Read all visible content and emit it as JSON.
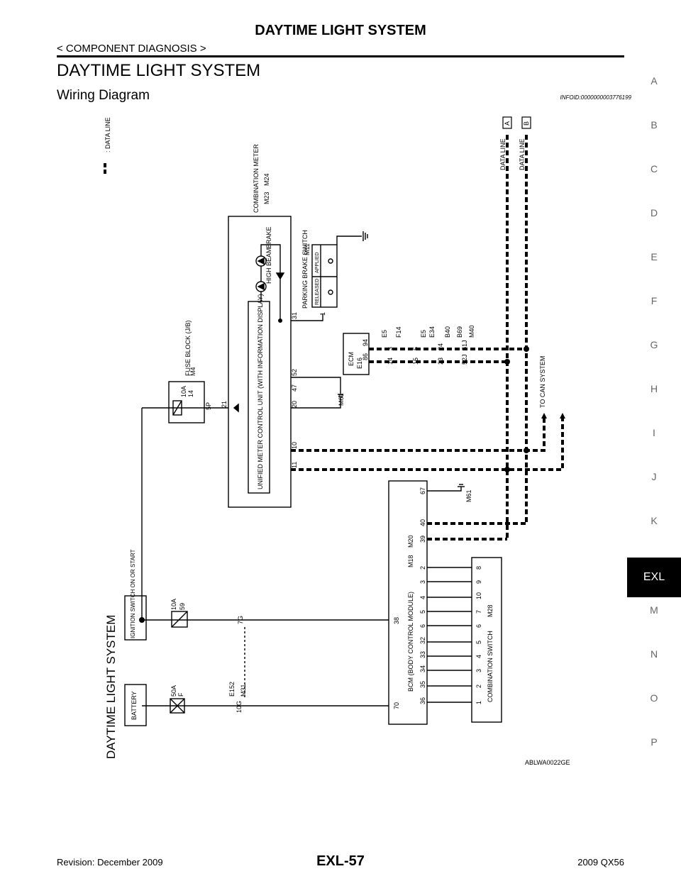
{
  "header": {
    "title": "DAYTIME LIGHT SYSTEM",
    "subtitle": "< COMPONENT DIAGNOSIS >"
  },
  "section": {
    "title": "DAYTIME LIGHT SYSTEM",
    "subtitle": "Wiring Diagram",
    "info_id": "INFOID:0000000003776199"
  },
  "side_tabs": [
    "A",
    "B",
    "C",
    "D",
    "E",
    "F",
    "G",
    "H",
    "I",
    "J",
    "K",
    "EXL",
    "M",
    "N",
    "O",
    "P"
  ],
  "active_tab": "EXL",
  "diagram": {
    "system_title": "DAYTIME LIGHT SYSTEM",
    "legend_data_line": ": DATA LINE",
    "combination_meter": "COMBINATION METER",
    "combination_meter_conn": [
      "M23",
      "M24"
    ],
    "unified_meter": "UNIFIED METER CONTROL UNIT (WITH INFORMATION DISPLAY)",
    "meter_pins": [
      "21",
      "31",
      "52",
      "47",
      "20",
      "10",
      "11"
    ],
    "high_beam": "HIGH BEAM",
    "brake": "BRAKE",
    "parking_brake_switch": "PARKING BRAKE SWITCH",
    "parking_brake_conn": "M11",
    "parking_brake_states": [
      "RELEASED",
      "APPLIED"
    ],
    "parking_brake_pin": "1",
    "fuse_block": "FUSE BLOCK (J/B)",
    "fuse_block_conn": "M4",
    "fuse_block_fuse": [
      "10A",
      "14"
    ],
    "fuse_block_pin": "5P",
    "ecm": "ECM",
    "ecm_conn": "E16",
    "ecm_pins": [
      "86",
      "94"
    ],
    "data_line_connectors": [
      [
        "E5",
        "14",
        "3"
      ],
      [
        "F14",
        "15",
        "5"
      ],
      [
        "E5",
        "23",
        "24"
      ],
      [
        "E34",
        "52J",
        "51J"
      ],
      [
        "B40",
        "",
        ""
      ],
      [
        "B69",
        "",
        ""
      ],
      [
        "M40",
        "",
        ""
      ]
    ],
    "ground_conn_1": "M61",
    "ground_conn_2": "M61",
    "to_can": "TO CAN SYSTEM",
    "data_line_a": "DATA LINE",
    "data_line_b": "DATA LINE",
    "marker_a": "A",
    "marker_b": "B",
    "bcm": "BCM (BODY CONTROL MODULE)",
    "bcm_conn": [
      "M18",
      "M20"
    ],
    "bcm_pins_bottom": [
      "70",
      "38"
    ],
    "bcm_pins_top": [
      "67",
      "40",
      "39"
    ],
    "bcm_pins_side": [
      "2",
      "3",
      "4",
      "5",
      "6",
      "32",
      "33",
      "34",
      "35",
      "36"
    ],
    "combination_switch": "COMBINATION SWITCH",
    "combination_switch_conn": "M28",
    "comb_switch_pins": [
      "8",
      "9",
      "10",
      "7",
      "6",
      "5",
      "4",
      "3",
      "2",
      "1"
    ],
    "ignition_switch": "IGNITION SWITCH ON OR START",
    "fuse_ign": [
      "10A",
      "59"
    ],
    "ign_joint": "7G",
    "battery": "BATTERY",
    "fuse_batt": [
      "50A",
      "F"
    ],
    "batt_conn": [
      "E152",
      "M31"
    ],
    "batt_joint": "10G"
  },
  "figure_code": "ABLWA0022GE",
  "footer": {
    "revision": "Revision: December 2009",
    "page": "EXL-57",
    "model": "2009 QX56"
  }
}
